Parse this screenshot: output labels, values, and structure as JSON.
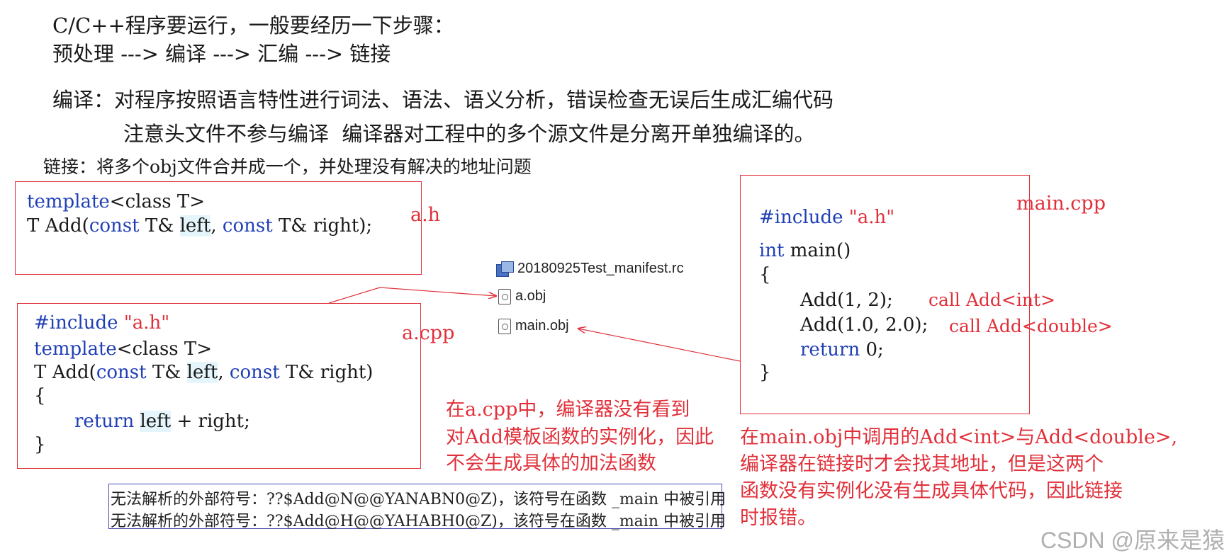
{
  "intro": {
    "line1": "C/C++程序要运行，一般要经历一下步骤：",
    "line2": "预处理 ---> 编译 ---> 汇编 ---> 链接",
    "compile": "编译：对程序按照语言特性进行词法、语法、语义分析，错误检查无误后生成汇编代码",
    "compile_note": "注意头文件不参与编译  编译器对工程中的多个源文件是分离开单独编译的。",
    "link": "链接：将多个obj文件合并成一个，并处理没有解决的地址问题"
  },
  "ah": {
    "label": "a.h",
    "l1_kw": "template",
    "l1_rest": "<class T>",
    "l2_a": "T Add(",
    "l2_const1": "const",
    "l2_b": " T& ",
    "l2_left": "left",
    "l2_c": ", ",
    "l2_const2": "const",
    "l2_d": " T& right);"
  },
  "acpp": {
    "label": "a.cpp",
    "l1_kw": "#include",
    "l1_str": " \"a.h\"",
    "l2_kw": "template",
    "l2_rest": "<class T>",
    "l3_a": "T Add(",
    "l3_const1": "const",
    "l3_b": " T& ",
    "l3_left": "left",
    "l3_c": ", ",
    "l3_const2": "const",
    "l3_d": " T& right)",
    "l4": "{",
    "l5_kw": "return",
    "l5_left": "left",
    "l5_rest": " + right;",
    "l6": "}"
  },
  "files": {
    "f1": "20180925Test_manifest.rc",
    "f2": "a.obj",
    "f3": "main.obj"
  },
  "maincpp": {
    "label": "main.cpp",
    "l1_kw": "#include",
    "l1_str": " \"a.h\"",
    "l2_kw": "int",
    "l2_rest": " main()",
    "l3": "{",
    "l4": "Add(1, 2);",
    "l4_note": "call Add<int>",
    "l5": "Add(1.0, 2.0);",
    "l5_note": "call Add<double>",
    "l6_kw": "return",
    "l6_rest": " 0;",
    "l7": "}"
  },
  "notes": {
    "acpp_1": "在a.cpp中，编译器没有看到",
    "acpp_2": "对Add模板函数的实例化，因此",
    "acpp_3": "不会生成具体的加法函数",
    "main_1": "在main.obj中调用的Add<int>与Add<double>,",
    "main_2": "编译器在链接时才会找其地址，但是这两个",
    "main_3": "函数没有实例化没有生成具体代码，因此链接",
    "main_4": "时报错。"
  },
  "errors": {
    "e1": "无法解析的外部符号：??$Add@N@@YANABN0@Z)，该符号在函数 _main 中被引用",
    "e2": "无法解析的外部符号：??$Add@H@@YAHABH0@Z)，该符号在函数 _main 中被引用"
  },
  "watermark": "CSDN @原来是猿",
  "colors": {
    "accent_red": "#e0303a",
    "keyword_blue": "#1f3fb5",
    "error_border": "#4a4ab0"
  }
}
